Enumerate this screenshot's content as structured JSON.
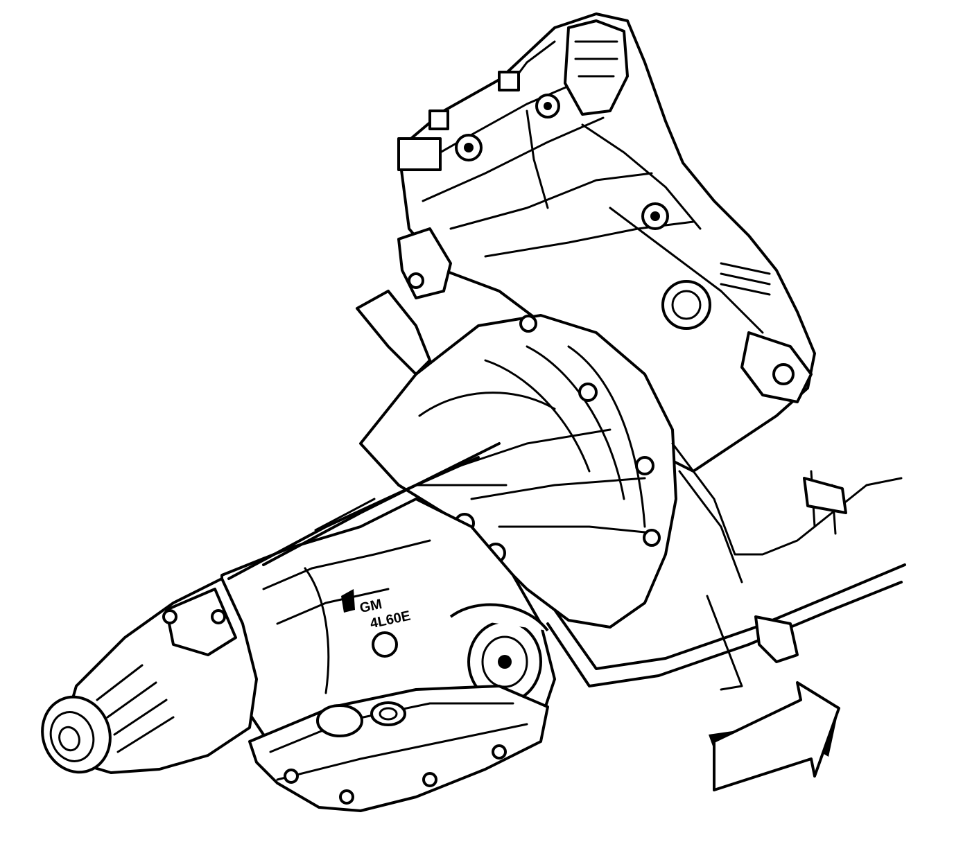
{
  "diagram": {
    "subject": "transmission-assembly",
    "case_marking": {
      "line1": "GM",
      "line2": "4L60E"
    },
    "direction_indicator": "front-of-vehicle-arrow"
  }
}
